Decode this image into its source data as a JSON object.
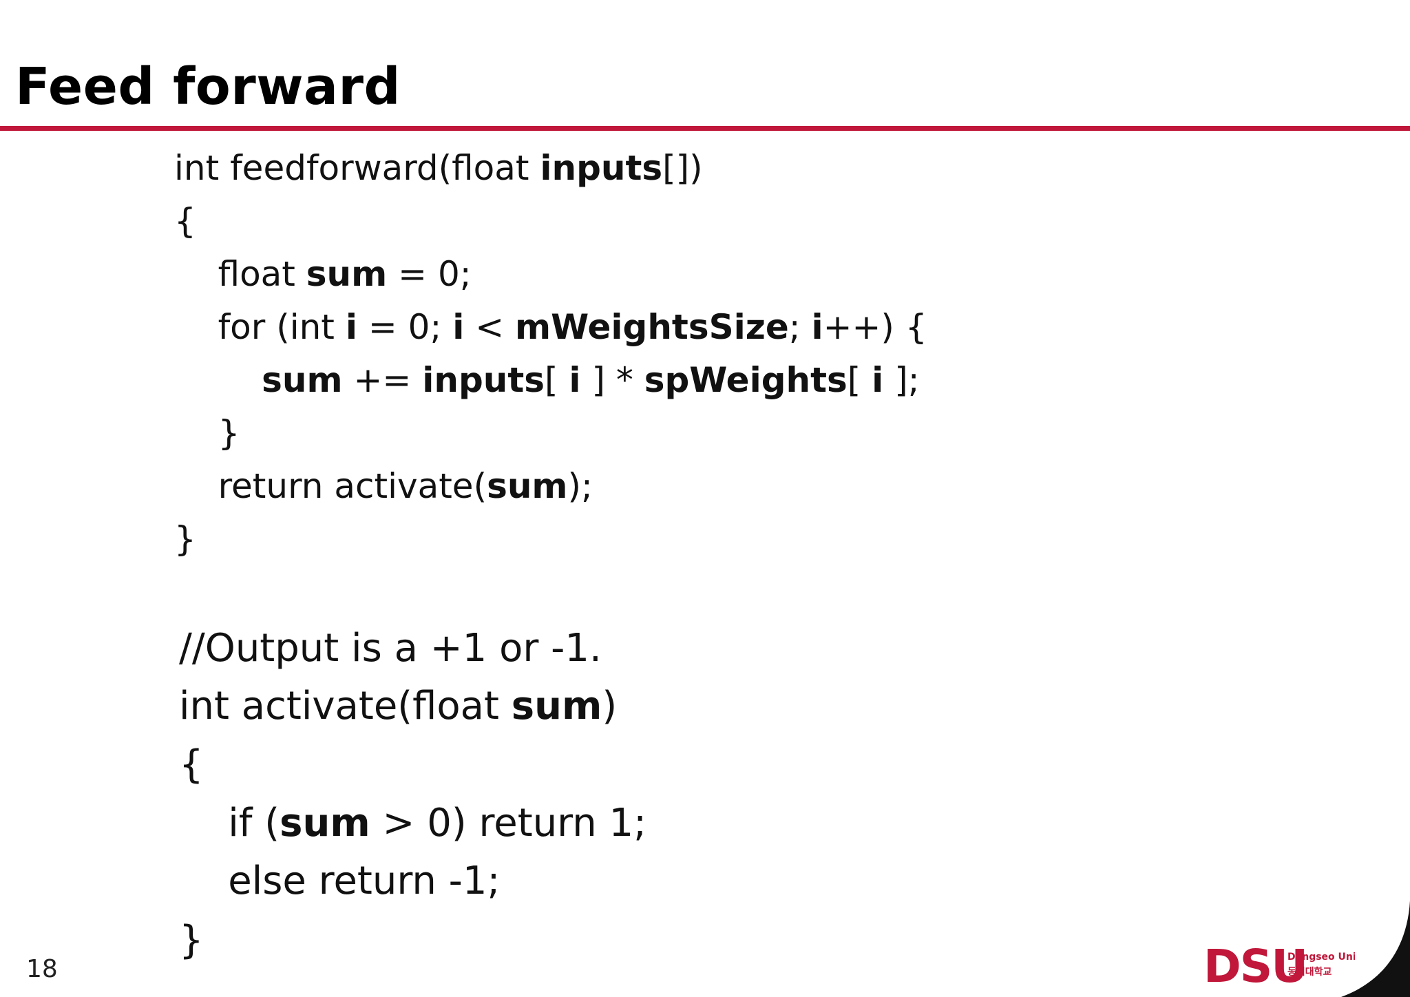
{
  "slide": {
    "title": "Feed forward",
    "page_number": "18"
  },
  "code_block_1": [
    [
      {
        "t": "int feedforward(float "
      },
      {
        "t": "inputs",
        "b": true
      },
      {
        "t": "[])"
      }
    ],
    [
      {
        "t": "{"
      }
    ],
    [
      {
        "t": "    float "
      },
      {
        "t": "sum",
        "b": true
      },
      {
        "t": " = 0;"
      }
    ],
    [
      {
        "t": "    for (int "
      },
      {
        "t": "i",
        "b": true
      },
      {
        "t": " = 0; "
      },
      {
        "t": "i",
        "b": true
      },
      {
        "t": " < "
      },
      {
        "t": "mWeightsSize",
        "b": true
      },
      {
        "t": "; "
      },
      {
        "t": "i",
        "b": true
      },
      {
        "t": "++) {"
      }
    ],
    [
      {
        "t": "        "
      },
      {
        "t": "sum",
        "b": true
      },
      {
        "t": " += "
      },
      {
        "t": "inputs",
        "b": true
      },
      {
        "t": "[ "
      },
      {
        "t": "i",
        "b": true
      },
      {
        "t": " ] * "
      },
      {
        "t": "spWeights",
        "b": true
      },
      {
        "t": "[ "
      },
      {
        "t": "i",
        "b": true
      },
      {
        "t": " ];"
      }
    ],
    [
      {
        "t": "    }"
      }
    ],
    [
      {
        "t": "    return activate("
      },
      {
        "t": "sum",
        "b": true
      },
      {
        "t": ");"
      }
    ],
    [
      {
        "t": "}"
      }
    ]
  ],
  "code_block_2": [
    [
      {
        "t": "//Output is a +1 or -1."
      }
    ],
    [
      {
        "t": "int activate(float "
      },
      {
        "t": "sum",
        "b": true
      },
      {
        "t": ")"
      }
    ],
    [
      {
        "t": "{"
      }
    ],
    [
      {
        "t": "    if ("
      },
      {
        "t": "sum",
        "b": true
      },
      {
        "t": " > 0) return 1;"
      }
    ],
    [
      {
        "t": "    else return -1;"
      }
    ],
    [
      {
        "t": "}"
      }
    ]
  ],
  "logo": {
    "text": "DSU",
    "subtitle_en": "Dongseo Univ",
    "subtitle_ko": "동서대학교",
    "color": "#c0173a"
  },
  "colors": {
    "accent": "#c0173a",
    "text": "#111111",
    "background": "#ffffff"
  }
}
